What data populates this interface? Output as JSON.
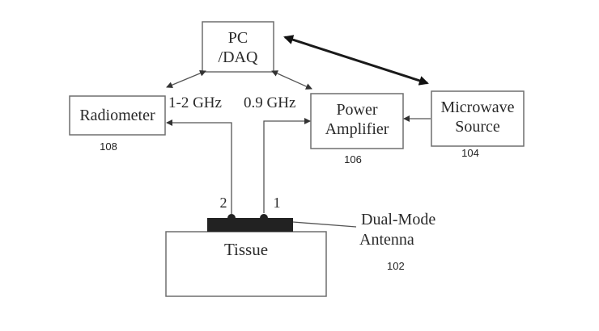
{
  "blocks": {
    "pc_daq": {
      "line1": "PC",
      "line2": "/DAQ"
    },
    "radiometer": {
      "label": "Radiometer",
      "ref": "108"
    },
    "power_amplifier": {
      "line1": "Power",
      "line2": "Amplifier",
      "ref": "106"
    },
    "microwave_source": {
      "line1": "Microwave",
      "line2": "Source",
      "ref": "104"
    },
    "tissue": {
      "label": "Tissue"
    }
  },
  "antenna": {
    "line1": "Dual-Mode",
    "line2": "Antenna",
    "ref": "102"
  },
  "frequencies": {
    "radiometer_band": "1-2  GHz",
    "heating_band": "0.9 GHz"
  },
  "ports": {
    "port1": "1",
    "port2": "2"
  }
}
